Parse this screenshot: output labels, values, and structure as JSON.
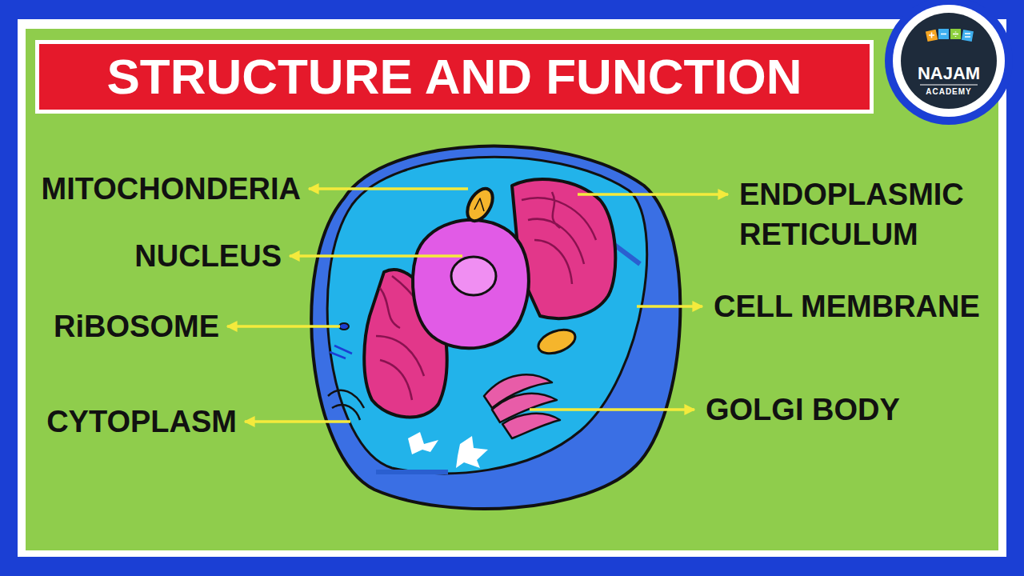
{
  "diagram": {
    "title": "STRUCTURE AND FUNCTION",
    "labels": [
      "MITOCHONDERIA",
      "NUCLEUS",
      "RiBOSOME",
      "CYTOPLASM",
      "ENDOPLASMIC RETICULUM",
      "CELL MEMBRANE",
      "GOLGI BODY",
      "NAJAM",
      "ACADEMY"
    ]
  }
}
